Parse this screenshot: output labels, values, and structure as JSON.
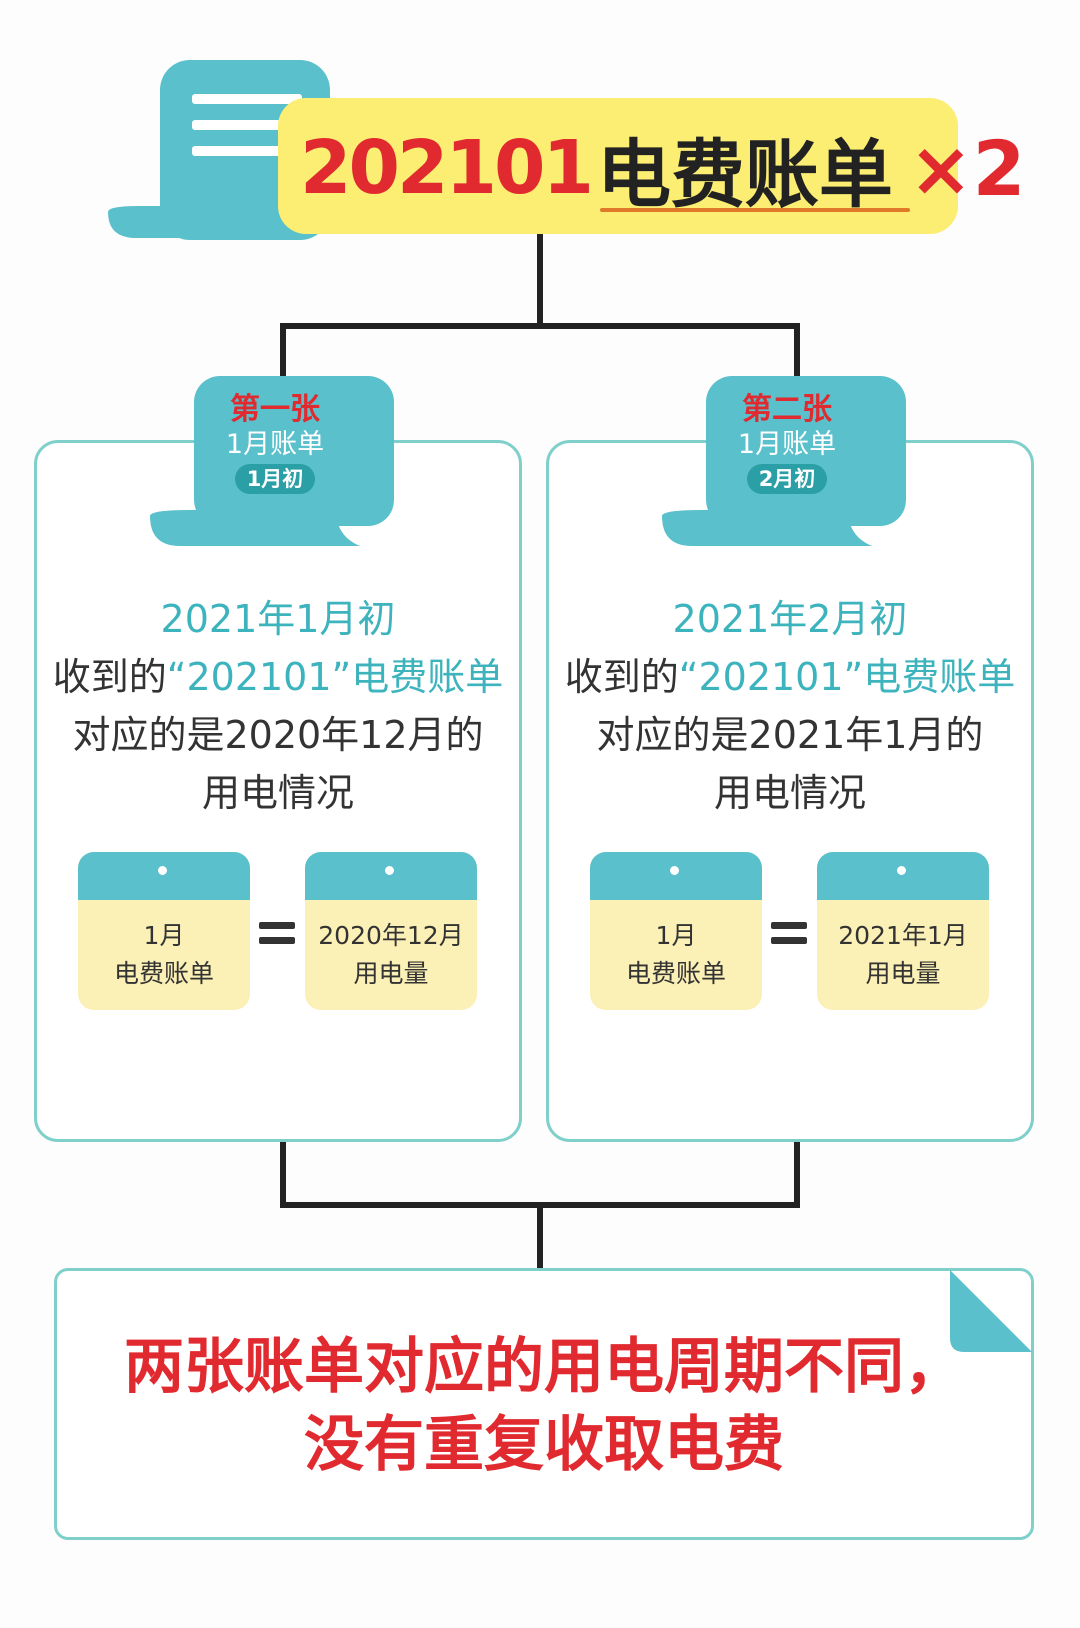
{
  "header": {
    "title_number": "202101",
    "title_text": "电费账单",
    "title_multiplier": "×2"
  },
  "bills": [
    {
      "scroll_title": "第一张",
      "scroll_subtitle": "1月账单",
      "scroll_badge": "1月初",
      "date": "2021年1月初",
      "received_prefix": "收到的",
      "received_quote": "“202101”电费账单",
      "corresponds": "对应的是2020年12月的",
      "usage": "用电情况",
      "calendar_left_line1": "1月",
      "calendar_left_line2": "电费账单",
      "calendar_right_line1": "2020年12月",
      "calendar_right_line2": "用电量"
    },
    {
      "scroll_title": "第二张",
      "scroll_subtitle": "1月账单",
      "scroll_badge": "2月初",
      "date": "2021年2月初",
      "received_prefix": "收到的",
      "received_quote": "“202101”电费账单",
      "corresponds": "对应的是2021年1月的",
      "usage": "用电情况",
      "calendar_left_line1": "1月",
      "calendar_left_line2": "电费账单",
      "calendar_right_line1": "2021年1月",
      "calendar_right_line2": "用电量"
    }
  ],
  "conclusion": {
    "line1": "两张账单对应的用电周期不同，",
    "line2": "没有重复收取电费"
  },
  "colors": {
    "accent_red": "#e12a2f",
    "teal": "#5ac0cb",
    "banner_yellow": "#fbee73",
    "calendar_yellow": "#fbf0b6"
  }
}
